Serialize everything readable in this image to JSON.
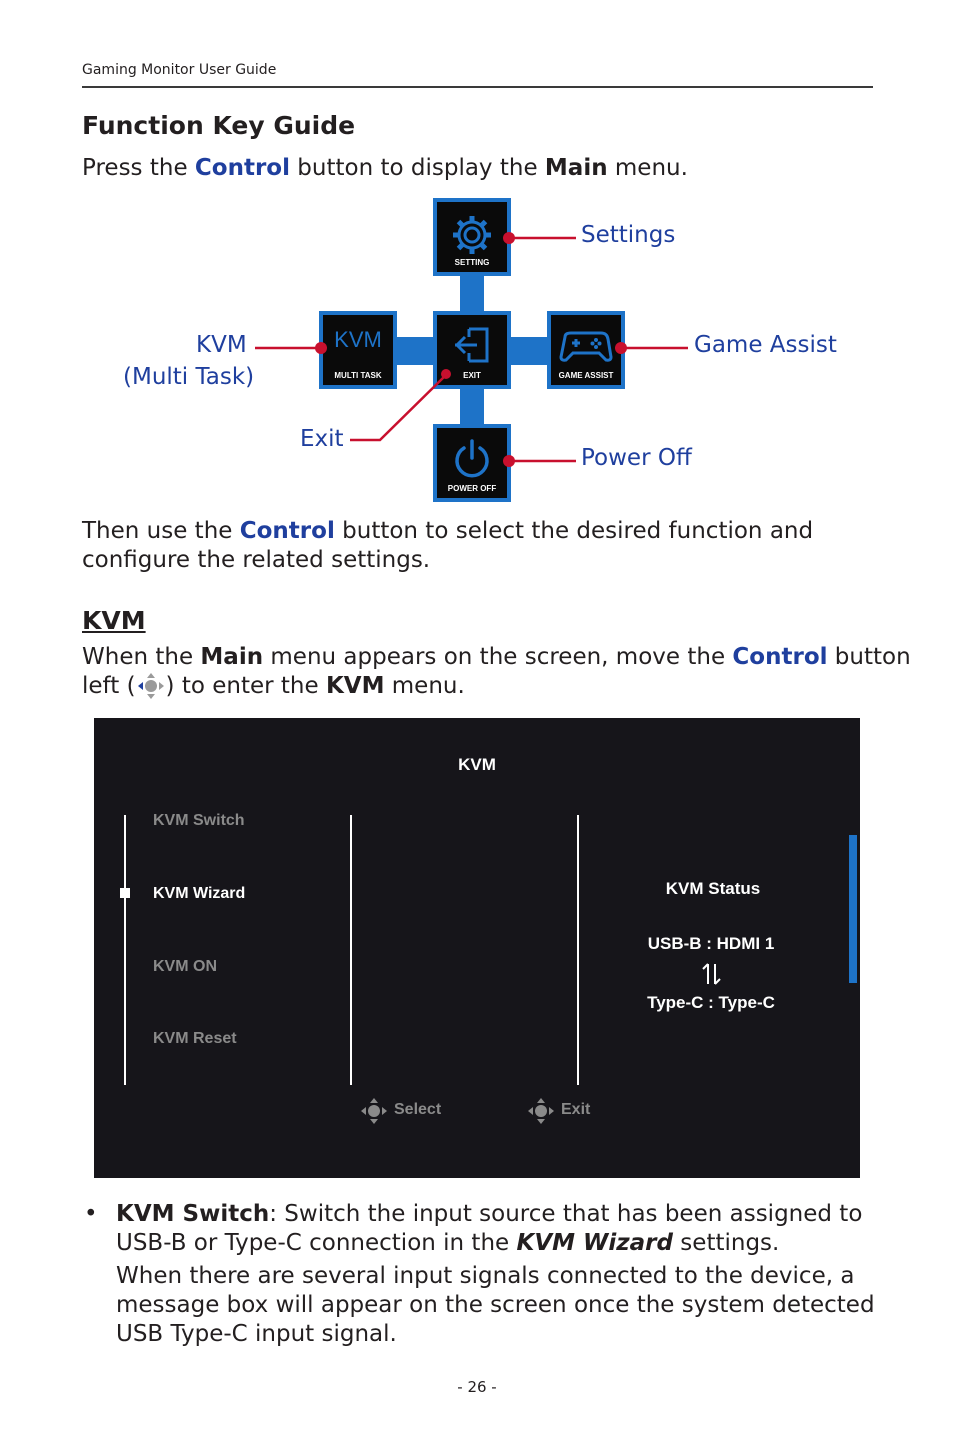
{
  "header": {
    "title": "Gaming Monitor User Guide"
  },
  "section1": {
    "heading": "Function Key Guide",
    "intro": {
      "p1": "Press the ",
      "control": "Control",
      "p2": " button to display the ",
      "main": "Main",
      "p3": " menu."
    }
  },
  "diagram": {
    "tiles": {
      "setting": "SETTING",
      "multitask": "MULTI TASK",
      "exit": "EXIT",
      "game_assist": "GAME ASSIST",
      "power_off": "POWER OFF",
      "kvm_icon_text": "KVM"
    },
    "callouts": {
      "settings": "Settings",
      "game_assist": "Game Assist",
      "kvm": "KVM",
      "multi_task": "(Multi Task)",
      "exit": "Exit",
      "power_off": "Power Off"
    },
    "colors": {
      "tile_border": "#1e73c8",
      "callout_text": "#1f3f9e",
      "pointer": "#c8102e"
    }
  },
  "then": {
    "p1": "Then use the ",
    "control": "Control",
    "p2": " button to select the desired function and",
    "line2": "configure the related settings."
  },
  "section2": {
    "heading": "KVM",
    "l1_a": "When the ",
    "l1_main": "Main",
    "l1_b": " menu appears on the screen, move the ",
    "l1_control": "Control",
    "l1_c": " button",
    "l2_a": "left (",
    "l2_b": ") to enter the ",
    "l2_kvm": "KVM",
    "l2_c": " menu."
  },
  "osd": {
    "title": "KVM",
    "items": [
      "KVM Switch",
      "KVM Wizard",
      "KVM ON",
      "KVM Reset"
    ],
    "selected": "KVM Wizard",
    "status_title": "KVM Status",
    "status_line1": "USB-B : HDMI 1",
    "status_line2": "Type-C : Type-C",
    "footer_select": "Select",
    "footer_exit": "Exit"
  },
  "bullet": {
    "marker": "•",
    "term": "KVM Switch",
    "p1": ": Switch the input source that has been assigned to",
    "p2a": "USB-B or Type-C connection in the ",
    "p2_em": "KVM Wizard",
    "p2b": " settings.",
    "para2_l1": "When there are several input signals connected to the device, a",
    "para2_l2": "message box will appear on the screen once the system detected",
    "para2_l3": "USB Type-C input signal."
  },
  "page_number": "- 26 -"
}
